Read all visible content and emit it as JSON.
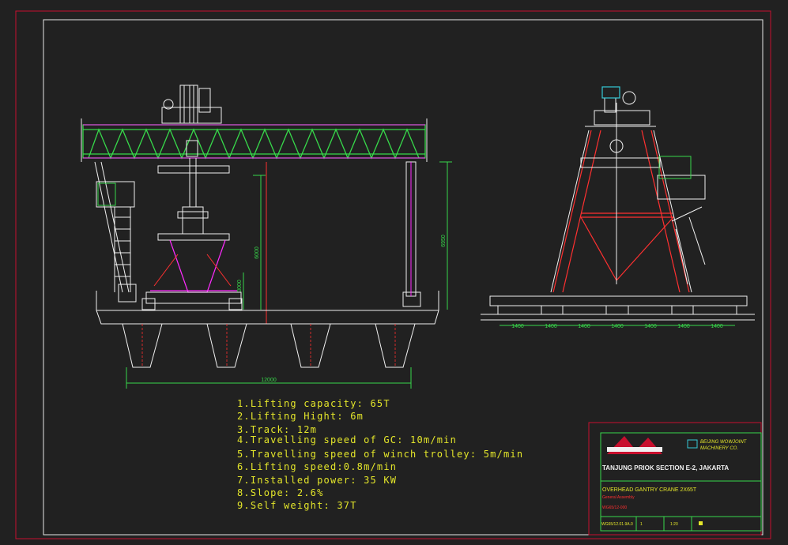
{
  "drawing": {
    "dimensions": {
      "span": "12000",
      "height_main": "6000",
      "height_right": "6950",
      "height_small": "3000",
      "wheel_spacing": [
        "1400",
        "1400",
        "1400",
        "1400",
        "1400",
        "1400",
        "1400"
      ]
    },
    "specs": [
      "1.Lifting capacity: 65T",
      "2.Lifting Hight: 6m",
      "3.Track: 12m",
      "4.Travelling speed of GC: 10m/min",
      "5.Travelling speed of winch trolley: 5m/min",
      "6.Lifting speed:0.8m/min",
      "7.Installed power: 35 KW",
      "8.Slope: 2.6%",
      "9.Self weight: 37T"
    ],
    "title_block": {
      "company_line1": "BEIJING WOWJOINT",
      "company_line2": "MACHINERY CO.",
      "project": "TANJUNG PRIOK SECTION E-2, JAKARTA",
      "drawing_title": "OVERHEAD GANTRY CRANE 2X65T",
      "subtitle": "General Assembly",
      "drawing_no": "WG65/12-000",
      "code": "WG65/12.01.9A.0",
      "sheet": "1",
      "scale": "1:20"
    }
  },
  "colors": {
    "border_red": "#c8102e",
    "truss_green": "#37d84a",
    "magenta": "#ff2bff",
    "yellow": "#e4e62a",
    "white": "#f0f0f0",
    "red": "#ff3030",
    "cyan": "#35c9d6"
  }
}
